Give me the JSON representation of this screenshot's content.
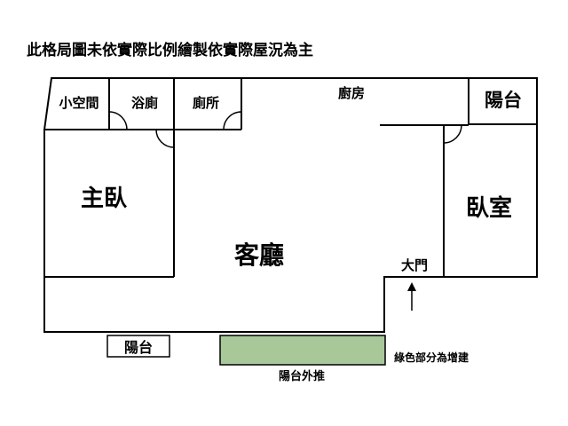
{
  "disclaimer": "此格局圖未依實際比例繪製依實際屋況為主",
  "rooms": {
    "small_room": "小空間",
    "bathroom": "浴廁",
    "toilet": "廁所",
    "kitchen": "廚房",
    "balcony_top": "陽台",
    "master_bedroom": "主臥",
    "living_room": "客廳",
    "main_door": "大門",
    "bedroom": "臥室",
    "balcony_bottom": "陽台"
  },
  "labels": {
    "extension_note": "綠色部分為增建",
    "balcony_extension": "陽台外推"
  },
  "colors": {
    "extension_fill": "#a8c89a",
    "wall": "#000000"
  }
}
